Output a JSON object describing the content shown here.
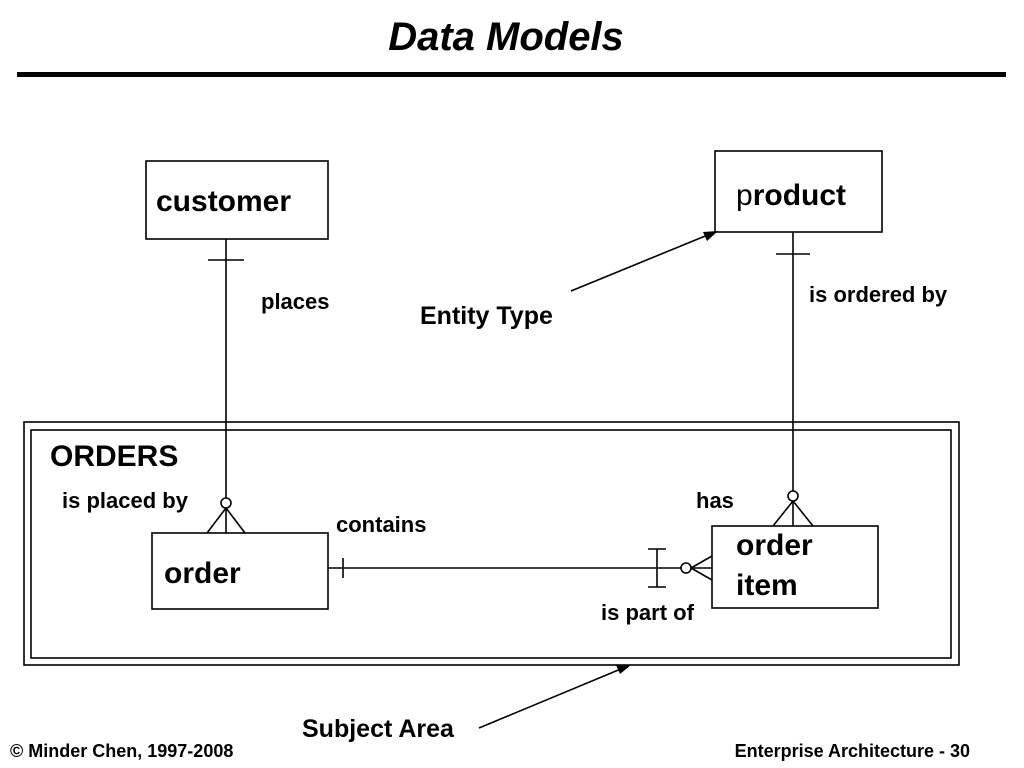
{
  "slide": {
    "title": "Data Models"
  },
  "diagram": {
    "entities": {
      "customer": "customer",
      "product_prefix": "p",
      "product_rest": "roduct",
      "order": "order",
      "order_item_line1": "order",
      "order_item_line2": "item"
    },
    "relationships": {
      "places": "places",
      "is_placed_by": "is placed by",
      "is_ordered_by": "is ordered by",
      "has": "has",
      "contains": "contains",
      "is_part_of": "is part of"
    },
    "subject_area_name": "ORDERS",
    "callouts": {
      "entity_type": "Entity Type",
      "subject_area": "Subject Area"
    }
  },
  "footer": {
    "copyright": "© Minder Chen, 1997-2008",
    "course": "Enterprise Architecture - 30"
  }
}
